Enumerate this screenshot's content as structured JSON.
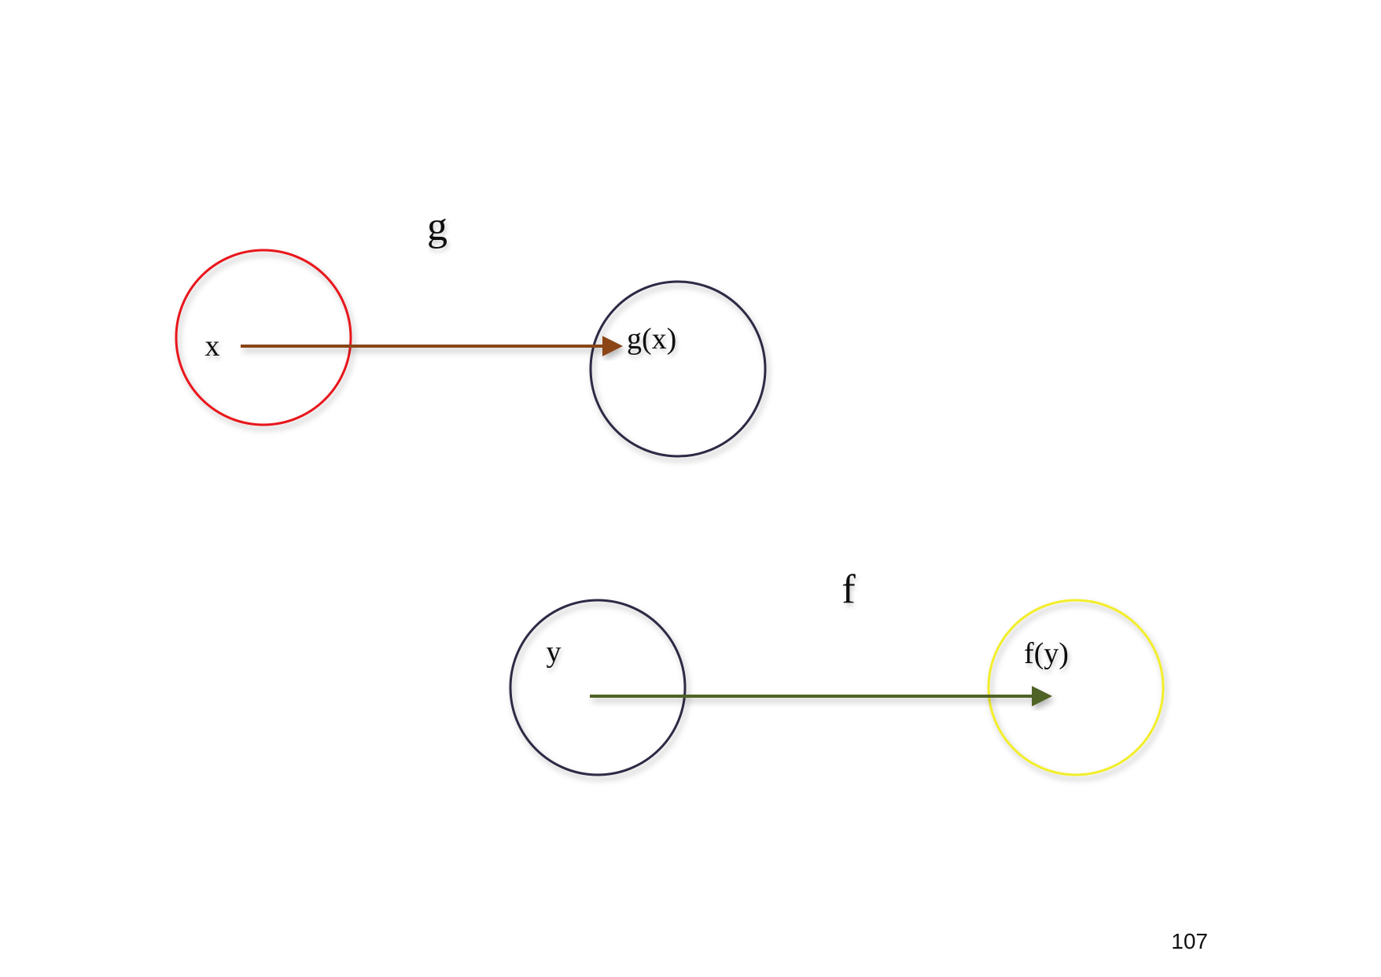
{
  "diagram": {
    "top_mapping": {
      "function_label": "g",
      "source_label": "x",
      "target_label": "g(x)",
      "arrow_color": "#8B4513",
      "source_circle_color": "#E8141A",
      "target_circle_color": "#2E2A44"
    },
    "bottom_mapping": {
      "function_label": "f",
      "source_label": "y",
      "target_label": "f(y)",
      "arrow_color": "#4F6228",
      "source_circle_color": "#2E2A44",
      "target_circle_color": "#F2EE2A"
    }
  },
  "page_number": "107"
}
